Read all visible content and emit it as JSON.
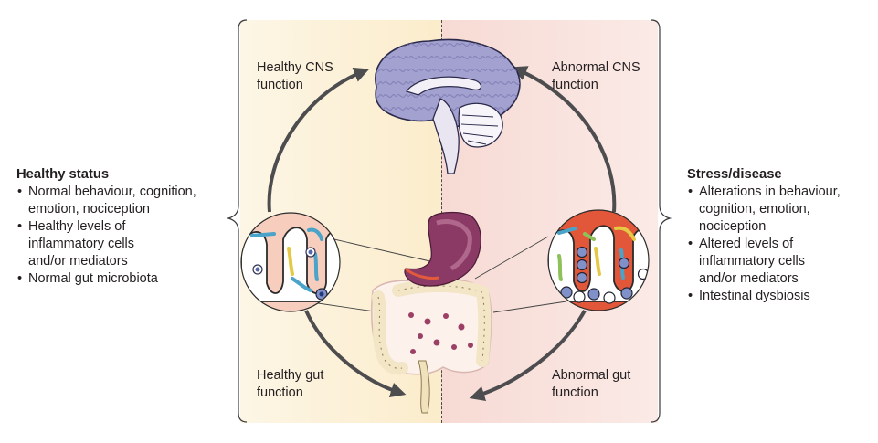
{
  "labels": {
    "healthy_cns": [
      "Healthy CNS",
      "function"
    ],
    "abnormal_cns": [
      "Abnormal CNS",
      "function"
    ],
    "healthy_gut": [
      "Healthy gut",
      "function"
    ],
    "abnormal_gut": [
      "Abnormal gut",
      "function"
    ]
  },
  "healthy_status": {
    "title": "Healthy status",
    "items": [
      [
        "Normal behaviour, cognition,",
        "emotion, nociception"
      ],
      [
        "Healthy levels of",
        "inflammatory cells",
        "and/or mediators"
      ],
      [
        "Normal gut microbiota"
      ]
    ]
  },
  "disease_status": {
    "title": "Stress/disease",
    "items": [
      [
        "Alterations in behaviour,",
        "cognition, emotion,",
        "nociception"
      ],
      [
        "Altered levels of",
        "inflammatory cells",
        "and/or mediators"
      ],
      [
        "Intestinal dysbiosis"
      ]
    ]
  },
  "colors": {
    "healthy_background": "#fbeccb",
    "disease_background": "#f7dad4",
    "arrow": "#4d4d4f",
    "brain": "#a3a1cf",
    "stomach": "#8b3a66",
    "intestine": "#f4d9d7",
    "villus_healthy": "#f6c6b6",
    "villus_disease": "#e2573a"
  },
  "icons": [
    "brain-icon",
    "stomach-icon",
    "intestine-icon",
    "villi-healthy-icon",
    "villi-disease-icon"
  ]
}
